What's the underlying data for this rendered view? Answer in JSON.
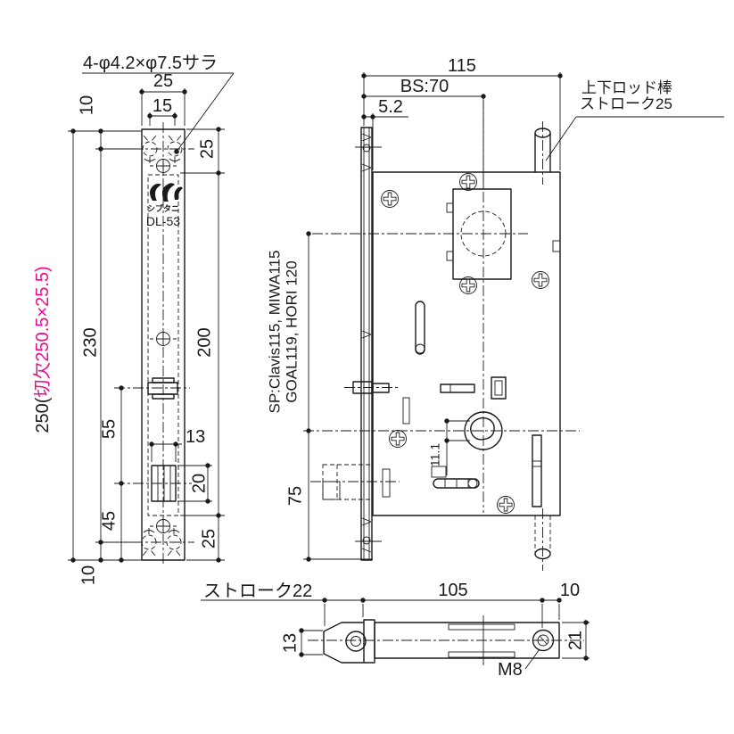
{
  "title_note": "4-φ4.2×φ7.5サラ",
  "brand": {
    "name": "シブタニ",
    "model": "DL-53"
  },
  "front_view": {
    "dim_plate_width": "25",
    "dim_hole_span": "15",
    "dim_top_edge_to_hole": "10",
    "dim_top_cut": "25",
    "dim_overall_prefix": "250(",
    "dim_overall_cutout": "切欠250.5×25.5)",
    "dim_hole_to_hole": "230",
    "dim_cutout_length": "200",
    "dim_latch_to_bolt": "55",
    "dim_bolt_width": "13",
    "dim_bolt_length": "20",
    "dim_bolt_to_bottom": "45",
    "dim_bottom_cut": "25",
    "dim_bottom_hole_to_edge": "10"
  },
  "side_view": {
    "dim_case_depth": "115",
    "dim_backset": "BS:70",
    "dim_plate_thickness": "5.2",
    "note_centers_line1": "SP:Clavis115, MIWA115",
    "note_centers_line2": "GOAL119, HORI 120",
    "dim_hub_to_plate_end": "75",
    "dim_hub_square": "11.1",
    "rod_note_line1": "上下ロッド棒",
    "rod_note_line2": "ストローク25"
  },
  "bolt_view": {
    "dim_stroke": "ストローク22",
    "dim_body_length": "105",
    "dim_tail": "10",
    "dim_head_width": "13",
    "dim_bar_width": "21",
    "thread_label": "M8"
  },
  "colors": {
    "line": "#1a1a1a",
    "pink": "#ee0a8c",
    "background": "#ffffff"
  }
}
